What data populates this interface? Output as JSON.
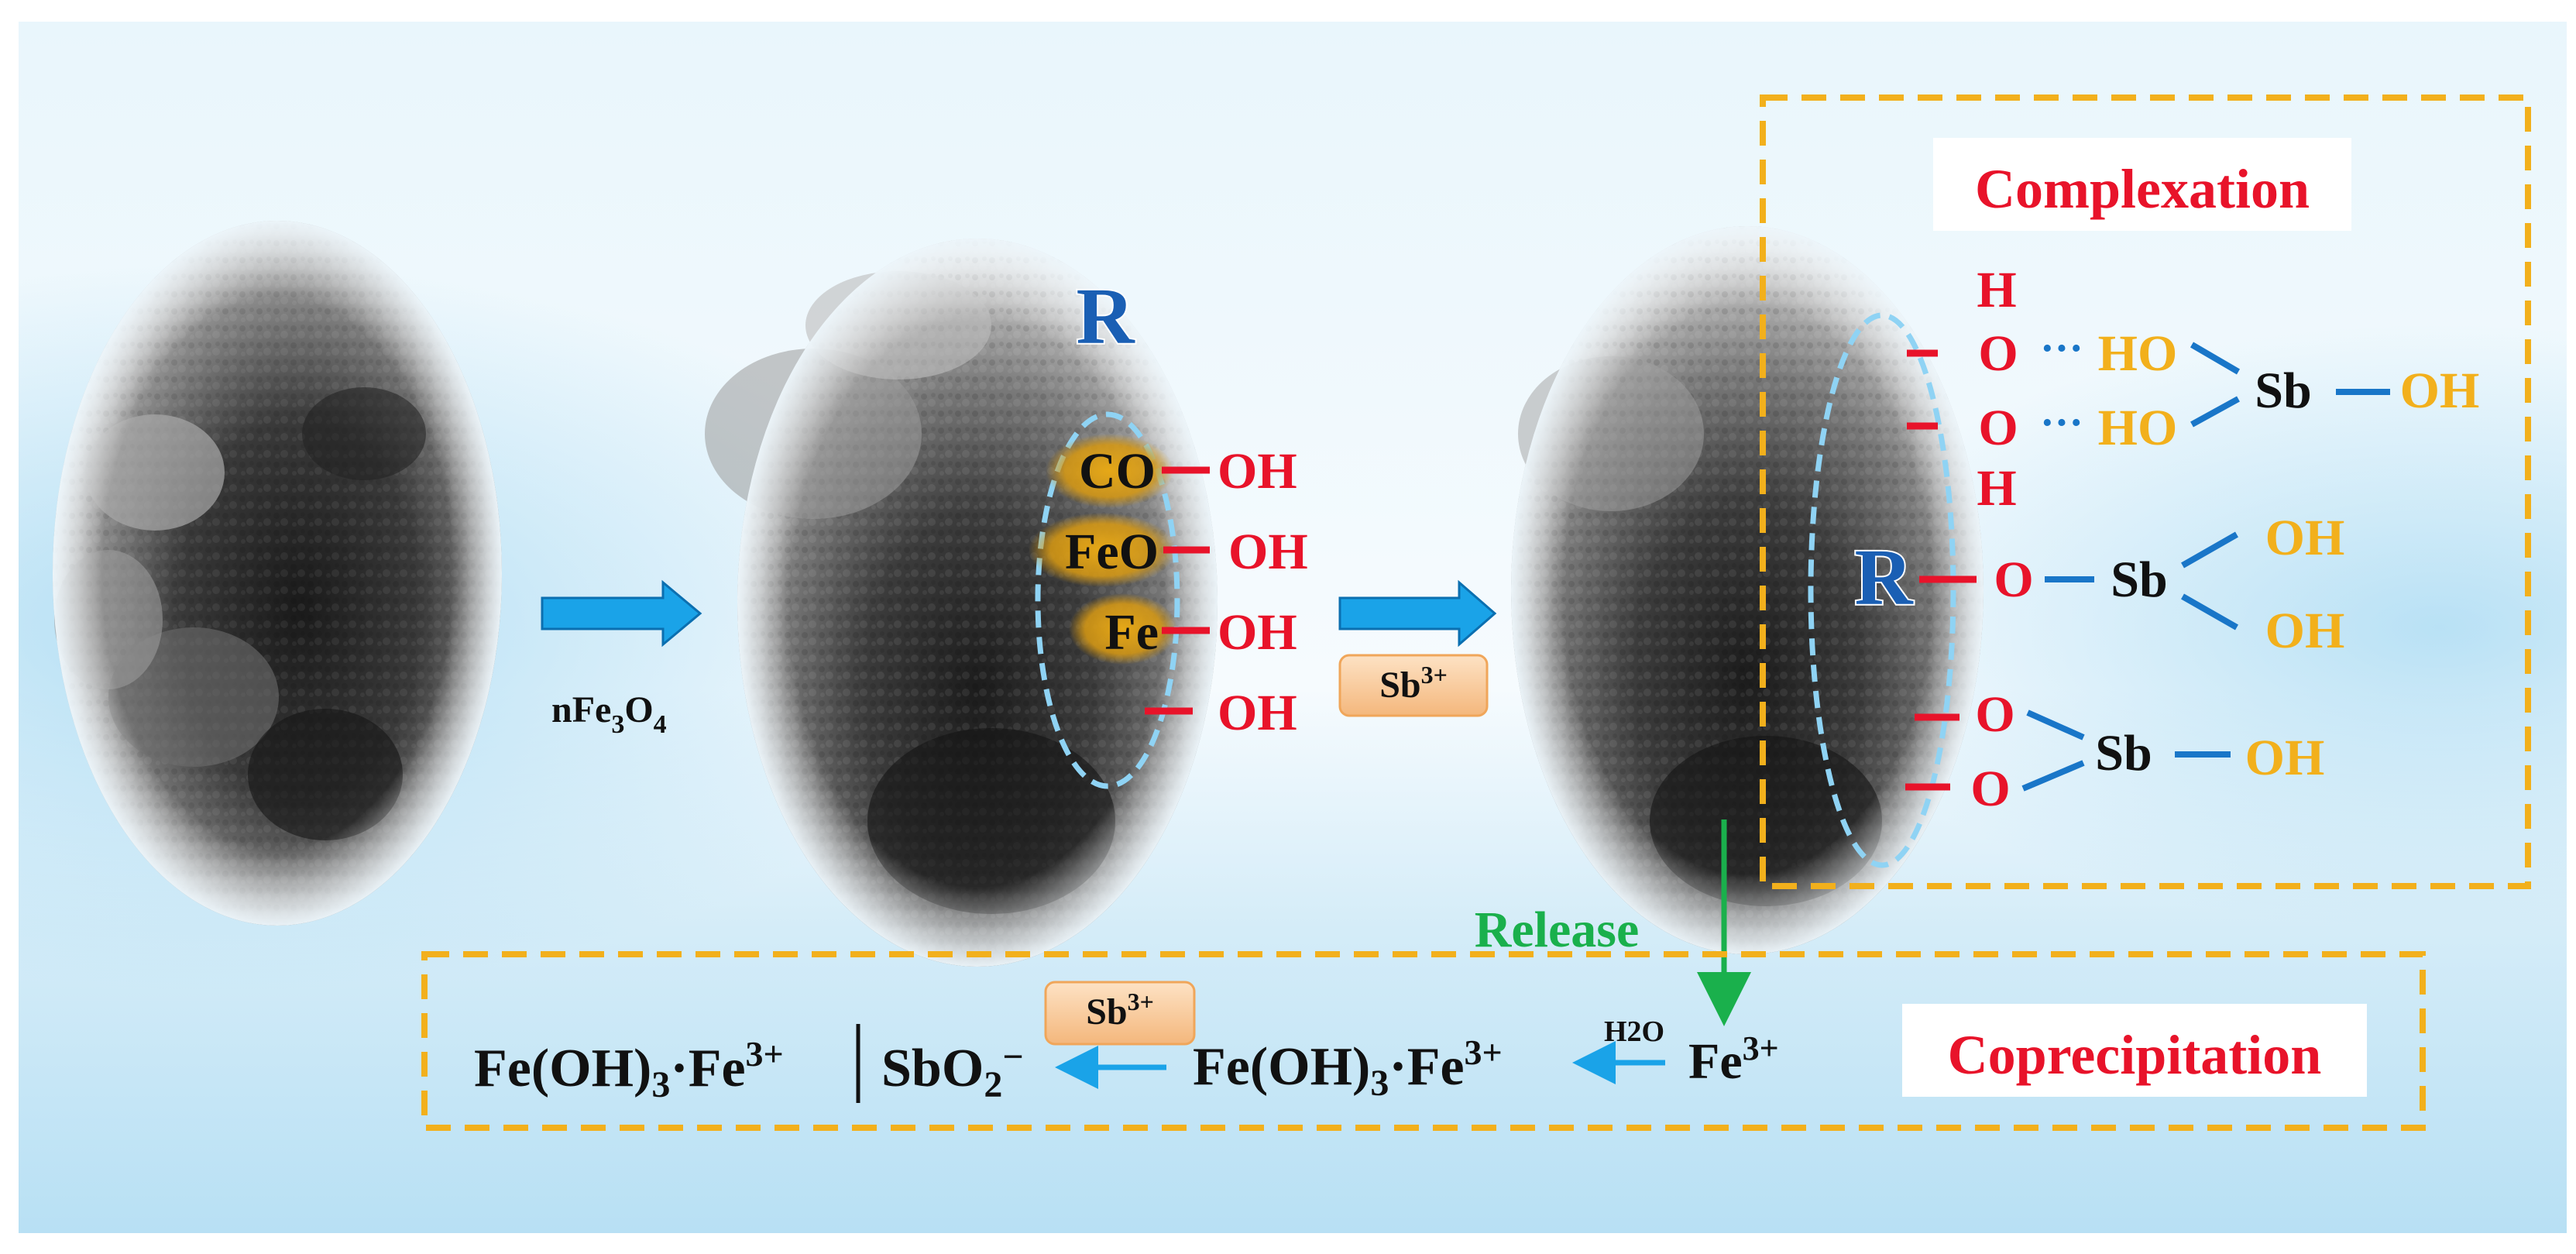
{
  "labels": {
    "precursor": {
      "main": "nFe",
      "sub1": "3",
      "mid": "O",
      "sub2": "4"
    },
    "r_mid": "R",
    "r_right": "R",
    "groups": {
      "co": "CO",
      "feo": "FeO",
      "fe": "Fe",
      "oh": "OH"
    },
    "ion_badge": {
      "base": "Sb",
      "sup": "3+"
    },
    "complex": {
      "h": "H",
      "o": "O",
      "ho": "HO",
      "sb": "Sb",
      "oh": "OH",
      "dots": "···"
    },
    "release": "Release",
    "h2o": "H2O",
    "fe3": {
      "base": "Fe",
      "sup": "3+"
    },
    "feoh3": {
      "part1": "Fe(OH)",
      "sub": "3",
      "part2": "·Fe",
      "sup": "3+"
    },
    "sbo2": {
      "base": "SbO",
      "sub": "2",
      "sup": "−"
    },
    "complexation_title": "Complexation",
    "coprecipitation_title": "Coprecipitation"
  },
  "colors": {
    "arrow_blue": "#1aa3e8",
    "red": "#e8132a",
    "orange": "#f2b01c",
    "bond_blue": "#1976c8",
    "green": "#1ab04c",
    "r_blue": "#1a5fb4",
    "dashed_box": "#f2b01c",
    "ellipse_dash": "#8fd3f4"
  }
}
